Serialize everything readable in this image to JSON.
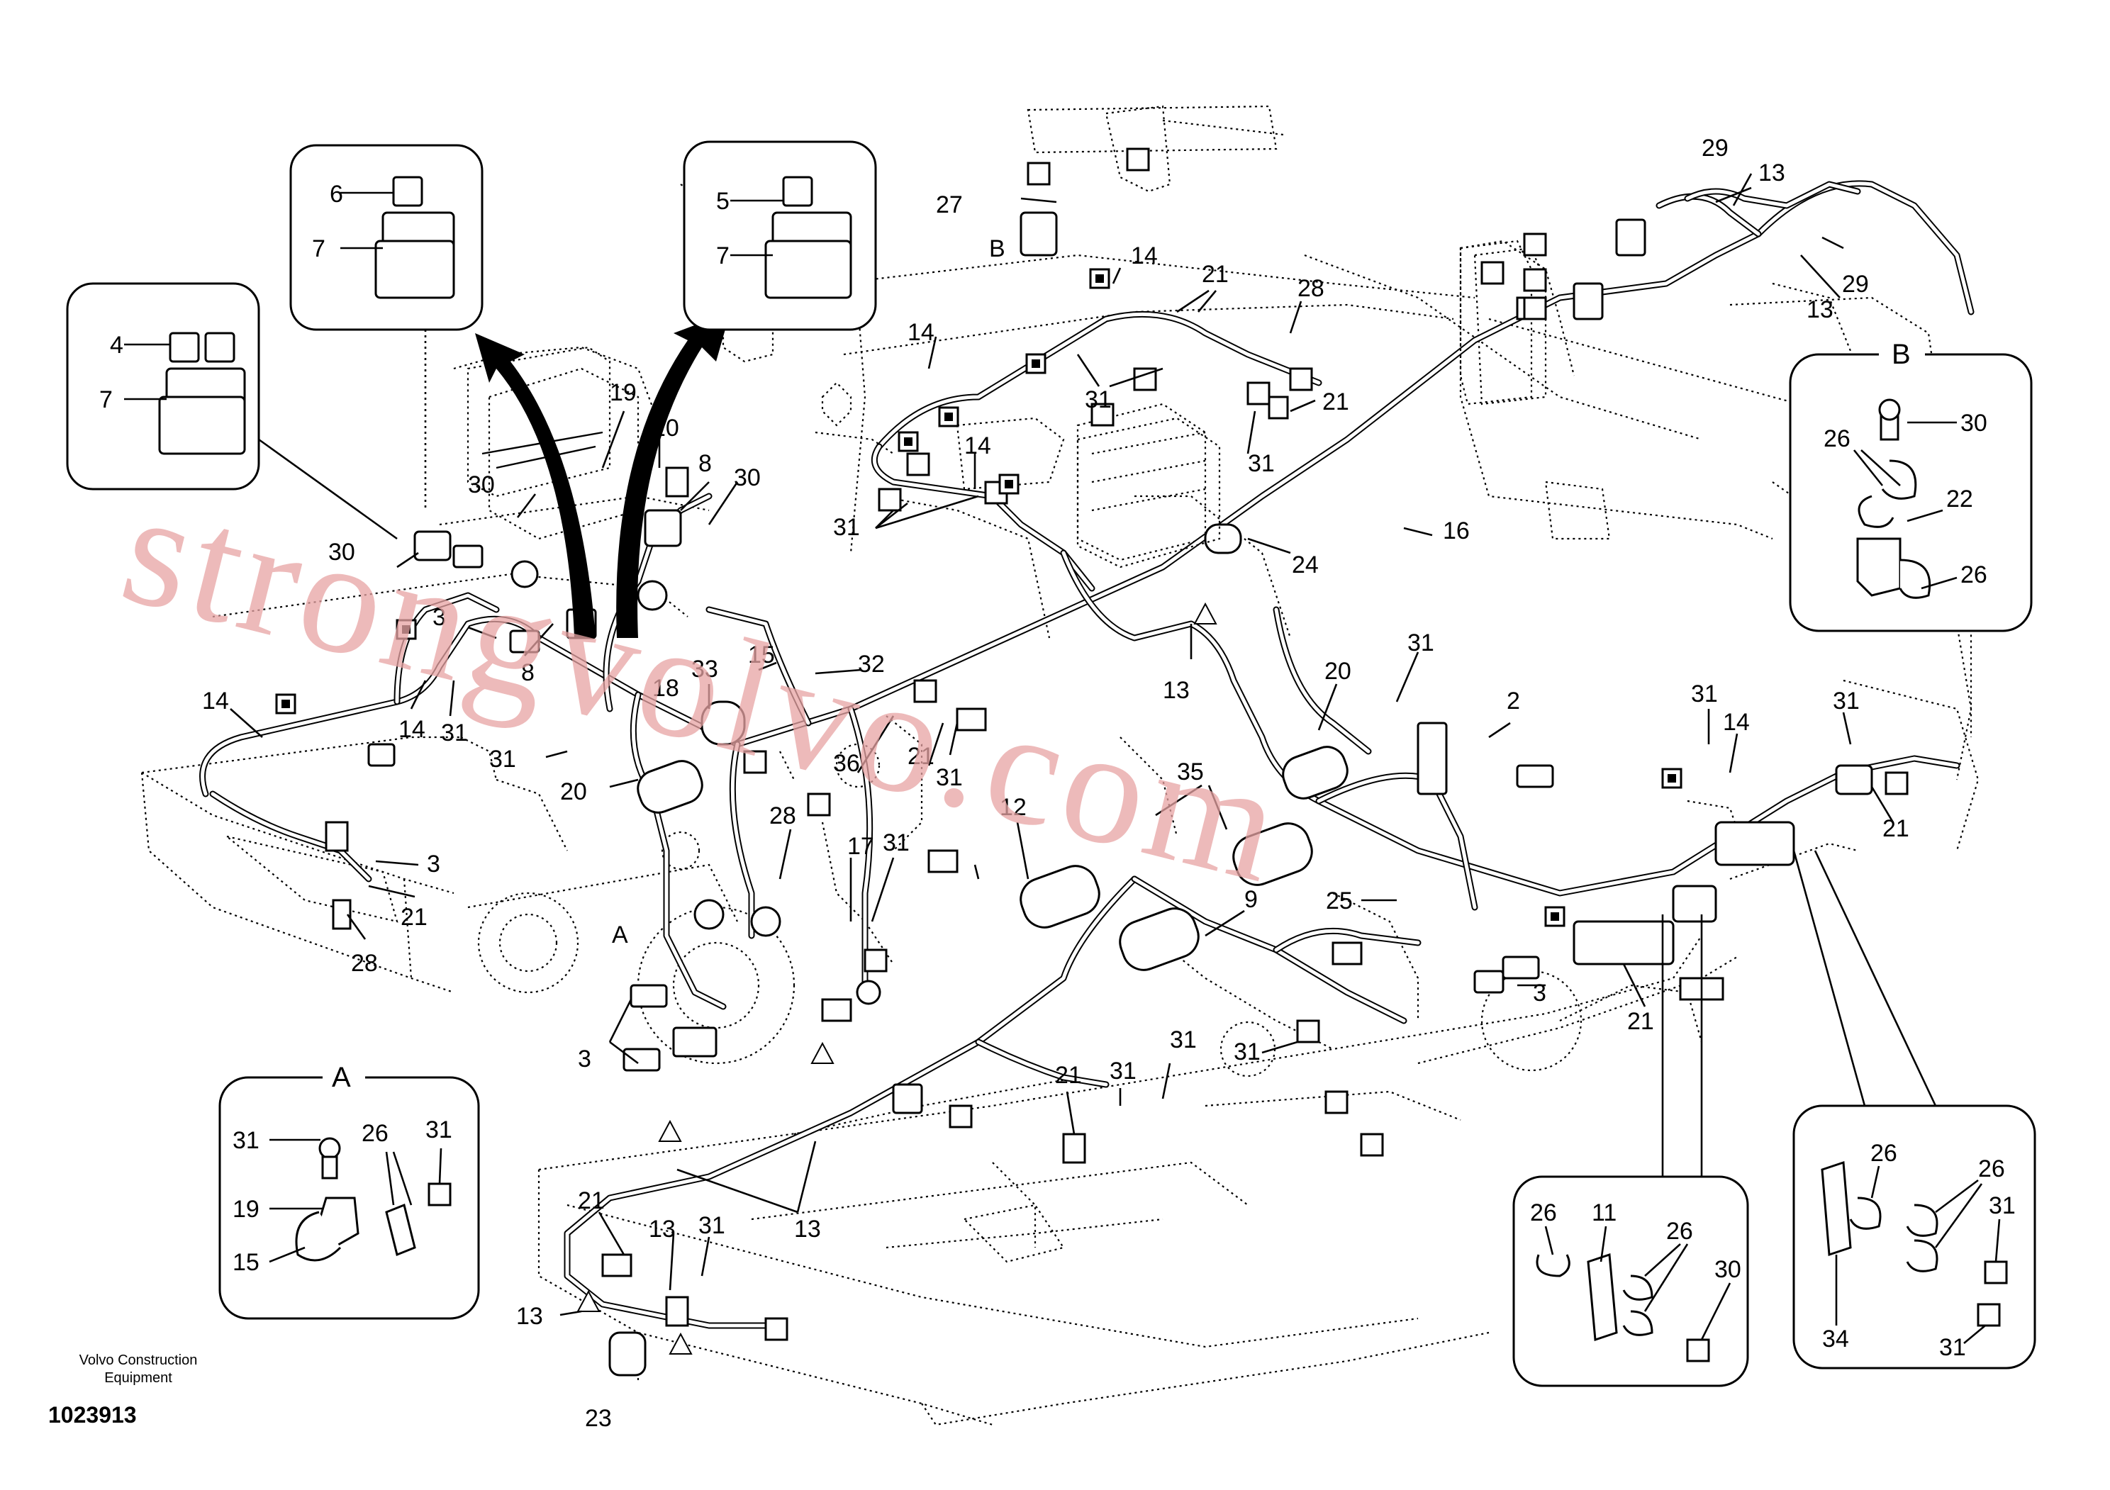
{
  "diagram": {
    "part_labels": {
      "p1": "6",
      "p2": "7",
      "p3": "5",
      "p4": "7",
      "p5": "4",
      "p6": "7",
      "p7": "27",
      "p8": "29",
      "p9": "13",
      "p10": "29",
      "p11": "13",
      "p12": "14",
      "p13": "21",
      "p14": "28",
      "p15": "14",
      "p16": "31",
      "p17": "21",
      "p18": "19",
      "p19": "10",
      "p20": "8",
      "p21": "30",
      "p22": "30",
      "p23": "30",
      "p24": "14",
      "p25": "31",
      "p26": "31",
      "p27": "24",
      "p28": "16",
      "p29": "3",
      "p30": "8",
      "p31": "14",
      "p32": "14",
      "p33": "31",
      "p34": "15",
      "p35": "32",
      "p36": "33",
      "p37": "18",
      "p38": "31",
      "p39": "13",
      "p40": "20",
      "p41": "31",
      "p42": "2",
      "p43": "31",
      "p44": "14",
      "p45": "31",
      "p46": "36",
      "p47": "21",
      "p48": "31",
      "p49": "20",
      "p50": "35",
      "p51": "28",
      "p52": "17",
      "p53": "31",
      "p54": "12",
      "p55": "3",
      "p56": "21",
      "p57": "28",
      "p58": "A",
      "p59": "3",
      "p60": "9",
      "p61": "25",
      "p62": "3",
      "p63": "21",
      "p64": "21",
      "p65": "21",
      "p66": "31",
      "p67": "31",
      "p68": "31",
      "p69": "13",
      "p70": "21",
      "p71": "13",
      "p72": "31",
      "p73": "13",
      "p74": "23",
      "p75": "B"
    },
    "callouts": {
      "A": {
        "title": "A",
        "labels": {
          "a1": "31",
          "a2": "26",
          "a3": "31",
          "a4": "19",
          "a5": "15"
        }
      },
      "B": {
        "title": "B",
        "labels": {
          "b1": "30",
          "b2": "26",
          "b3": "22",
          "b4": "26"
        }
      },
      "C": {
        "labels": {
          "c1": "26",
          "c2": "11",
          "c3": "26",
          "c4": "30"
        }
      },
      "D": {
        "labels": {
          "d1": "26",
          "d2": "26",
          "d3": "31",
          "d4": "34",
          "d5": "31"
        }
      }
    },
    "watermark": "strongvolvo.com",
    "maker_line1": "Volvo Construction",
    "maker_line2": "Equipment",
    "document_number": "1023913"
  }
}
